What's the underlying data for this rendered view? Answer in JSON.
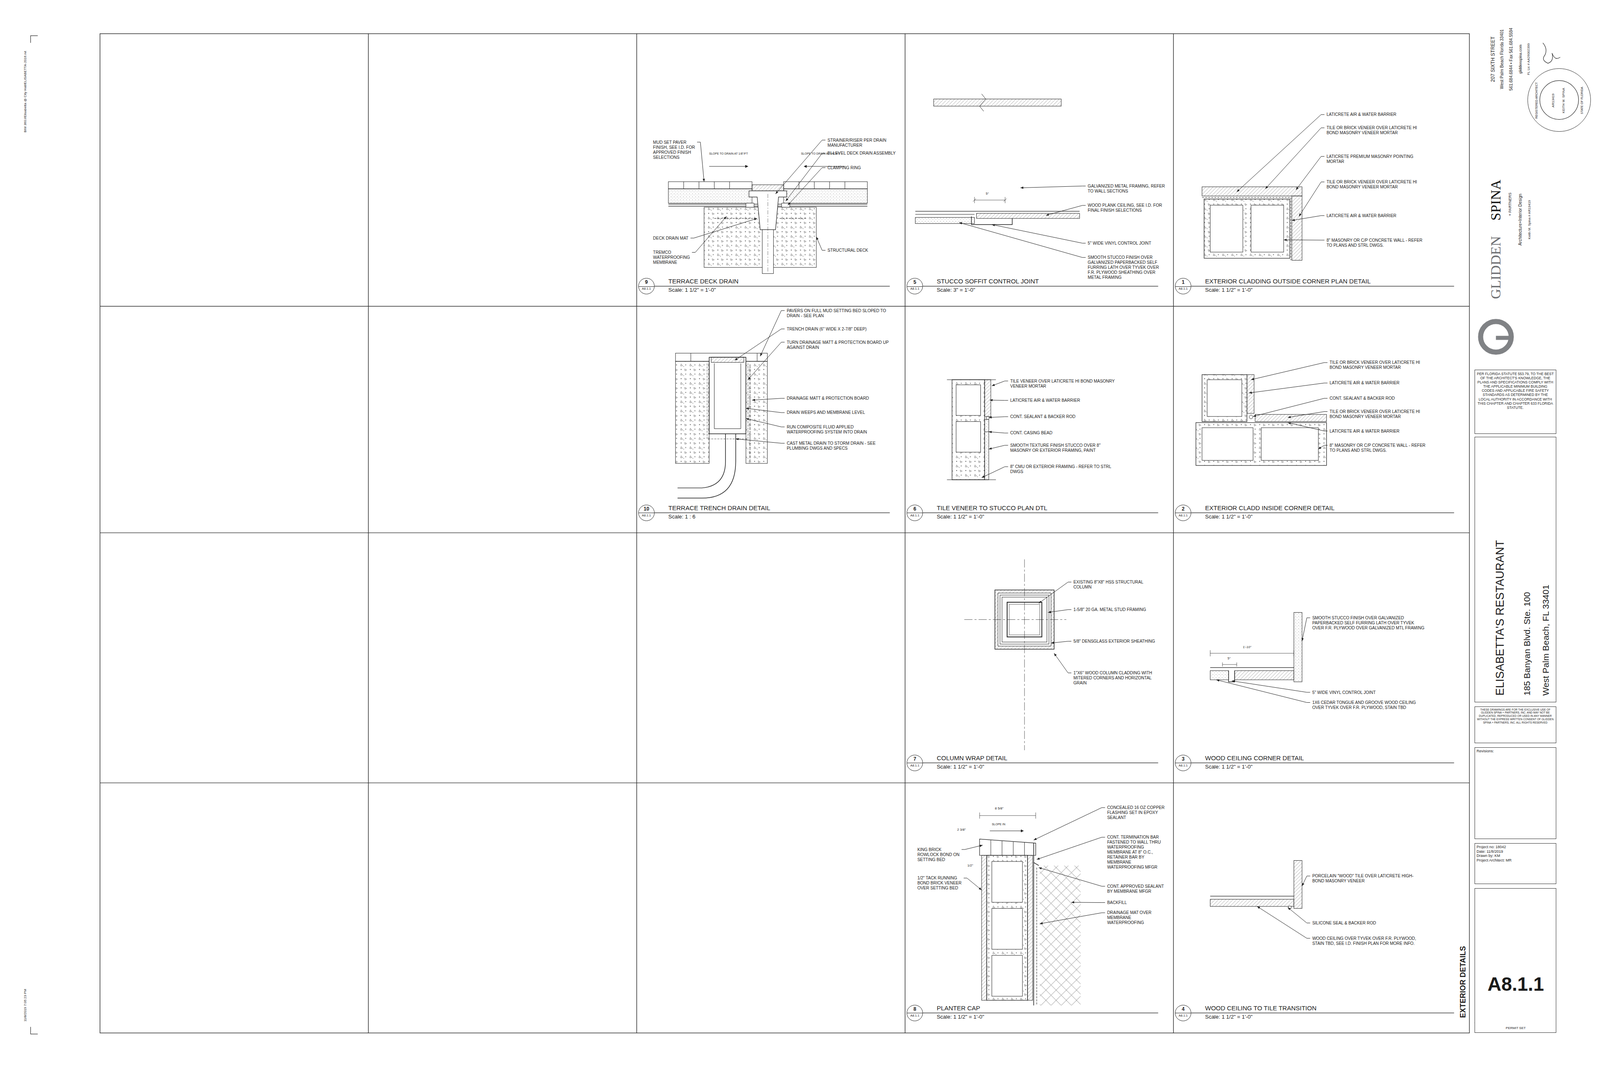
{
  "diagram": {
    "title": "EXTERIOR DETAILS",
    "nodes": [
      {
        "text": [
          "TERRACE DECK DRAIN",
          "Scale: 1 1/2\" = 1'-0\""
        ]
      },
      {
        "text": [
          "9",
          "A8.1.1"
        ],
        "in": 0
      },
      {
        "text": [
          "STUCCO SOFFIT CONTROL JOINT",
          "Scale: 3\" = 1'-0\""
        ]
      },
      {
        "text": [
          "5",
          "A8.1.1"
        ],
        "in": 2
      },
      {
        "text": [
          "EXTERIOR CLADDING OUTSIDE CORNER PLAN DETAIL",
          "Scale: 1 1/2\" = 1'-0\""
        ]
      },
      {
        "text": [
          "1",
          "A8.1.1"
        ],
        "in": 4
      },
      {
        "text": [
          "TERRACE TRENCH DRAIN DETAIL",
          "Scale: 1 : 6"
        ]
      },
      {
        "text": [
          "10",
          "A8.1.1"
        ],
        "in": 6
      },
      {
        "text": [
          "TILE VENEER TO STUCCO PLAN DTL",
          "Scale: 1 1/2\" = 1'-0\""
        ]
      },
      {
        "text": [
          "6",
          "A8.1.1"
        ],
        "in": 8
      },
      {
        "text": [
          "EXTERIOR CLADD INSIDE CORNER DETAIL",
          "Scale: 1 1/2\" = 1'-0\""
        ]
      },
      {
        "text": [
          "2",
          "A8.1.1"
        ],
        "in": 10
      },
      {
        "text": [
          "COLUMN WRAP DETAIL",
          "Scale: 1 1/2\" = 1'-0\""
        ]
      },
      {
        "text": [
          "7",
          "A8.1.1"
        ],
        "in": 12
      },
      {
        "text": [
          "WOOD CEILING CORNER DETAIL",
          "Scale: 1 1/2\" = 1'-0\""
        ]
      },
      {
        "text": [
          "3",
          "A8.1.1"
        ],
        "in": 14
      },
      {
        "text": [
          "PLANTER CAP",
          "Scale: 1 1/2\" = 1'-0\""
        ]
      },
      {
        "text": [
          "8",
          "A8.1.1"
        ],
        "in": 16
      },
      {
        "text": [
          "WOOD CEILING TO TILE TRANSITION",
          "Scale: 1 1/2\" = 1'-0\""
        ]
      },
      {
        "text": [
          "4",
          "A8.1.1"
        ],
        "in": 18
      },
      {
        "text": [
          "STATE OF FLORIDA",
          "KEITH M. SPINA",
          "AR13419",
          "REGISTERED ARCHITECT"
        ]
      },
      {
        "text": [
          "PER FLORIDA STATUTE 553.79, TO THE BEST OF THE ARCHITECT'S KNOWLEDGE, THE PLANS AND SPECIFICATIONS COMPLY WITH THE APPLICABLE MINIMUM BUILDING CODES AND APPLICABLE FIRE SAFETY STANDARDS AS DETERMINED BY THE LOCAL AUTHORITY IN ACCORDANCE WITH THIS CHAPTER AND CHAPTER 633 FLORIDA STATUTE."
        ]
      },
      {
        "text": [
          "ELISABETTA'S RESTAURANT",
          "185 Banyan Blvd. Ste. 100",
          "West Palm Beach, FL 33401"
        ]
      },
      {
        "text": [
          "THESE DRAWINGS ARE FOR THE EXCLUSIVE USE OF GLIDDEN SPINA + PARTNERS, INC. AND MAY NOT BE DUPLICATED, REPRODUCED OR USED IN ANY MANNER WITHOUT THE EXPRESS WRITTEN CONSENT OF GLIDDEN SPINA + PARTNERS, INC. ALL RIGHTS RESERVED"
        ]
      },
      {
        "text": [
          "Revisions:"
        ]
      },
      {
        "text": [
          "Project no: 18042",
          "Date: 11/8/2019",
          "Drawn by: KM",
          "Project Architect: MR"
        ]
      },
      {
        "text": [
          "A8.1.1",
          "PERMIT SET"
        ]
      }
    ],
    "labels": [
      "MUD SET PAVER FINISH, SEE I.D. FOR APPROVED FINISH SELECTIONS",
      "SLOPE TO DRAIN AT 1/8\"/FT",
      "SLOPE TO DRAIN AT 1/8\"/FT",
      "STRAINER/RISER PER DRAIN MANUFACTURER",
      "BI-LEVEL DECK DRAIN ASSEMBLY",
      "CLAMPING RING",
      "DECK DRAIN MAT",
      "TREMCO WATERPROOFING MEMBRANE",
      "STRUCTURAL DECK",
      "GALVANIZED METAL FRAMING, REFER TO WALL SECTIONS",
      "WOOD PLANK CEILING, SEE I.D. FOR FINAL FINISH SELECTIONS",
      "5\" WIDE VINYL CONTROL JOINT",
      "SMOOTH STUCCO FINISH OVER GALVANIZED PAPERBACKED SELF FURRING LATH OVER TYVEK OVER F.R. PLYWOOD SHEATHING OVER METAL FRAMING",
      "5\"",
      "LATICRETE AIR & WATER BARRIER",
      "TILE OR BRICK VENEER OVER LATICRETE HI BOND MASONRY VENEER MORTAR",
      "LATICRETE PREMIUM MASONRY POINTING MORTAR",
      "TILE OR BRICK VENEER OVER LATICRETE HI BOND MASONRY VENEER MORTAR",
      "LATICRETE AIR & WATER BARRIER",
      "8\" MASONRY OR C/P CONCRETE WALL - REFER TO PLANS AND STRL DWGS.",
      "PAVERS ON FULL MUD SETTING BED SLOPED TO DRAIN - SEE PLAN",
      "TRENCH DRAIN (6\" WIDE X 2-7/8\" DEEP)",
      "TURN DRAINAGE MATT & PROTECTION BOARD UP AGAINST DRAIN",
      "DRAINAGE MATT & PROTECTION BOARD",
      "DRAIN WEEPS AND MEMBRANE LEVEL",
      "RUN COMPOSITE FLUID APPLIED WATERPROOFING SYSTEM INTO DRAIN",
      "CAST METAL DRAIN TO STORM DRAIN - SEE PLUMBING DWGS AND SPECS",
      "TILE VENEER OVER LATICRETE HI BOND MASONRY VENEER MORTAR",
      "LATICRETE AIR & WATER BARRIER",
      "CONT. SEALANT & BACKER ROD",
      "CONT. CASING BEAD",
      "SMOOTH TEXTURE FINISH STUCCO OVER 8\" MASONRY OR EXTERIOR FRAMING, PAINT",
      "8\" CMU OR EXTERIOR FRAMING - REFER TO STRL DWGS",
      "TILE OR BRICK VENEER OVER LATICRETE HI BOND MASONRY VENEER MORTAR",
      "LATICRETE AIR & WATER BARRIER",
      "CONT. SEALANT & BACKER ROD",
      "TILE OR BRICK VENEER OVER LATICRETE HI BOND MASONRY VENEER MORTAR",
      "LATICRETE AIR & WATER BARRIER",
      "8\" MASONRY OR C/P CONCRETE WALL - REFER TO PLANS AND STRL DWGS.",
      "EXISTING 8\"X8\" HSS STRUCTURAL COLUMN",
      "1-5/8\" 20 GA. METAL STUD FRAMING",
      "5/8\" DENSGLASS EXTERIOR SHEATHING",
      "1\"X6\" WOOD COLUMN CLADDING WITH MITERED CORNERS AND HORIZONTAL GRAIN",
      "SMOOTH STUCCO FINISH OVER GALVANIZED PAPERBACKED SELF FURRING LATH OVER TYVEK OVER F.R. PLYWOOD OVER GALVANIZED MTL FRAMING",
      "1'-10\"",
      "5\"",
      "5\" WIDE VINYL CONTROL JOINT",
      "1X6 CEDAR TONGUE AND GROOVE WOOD CEILING OVER TYVEK OVER F.R. PLYWOOD, STAIN TBD",
      "8 5/8\"",
      "SLOPE IN",
      "2 3/8\"",
      "1/2\"",
      "KING BRICK ROWLOCK BOND ON SETTING BED",
      "1/2\" TACK RUNNING BOND BRICK VENEER OVER SETTING BED",
      "CONCEALED 16 OZ COPPER FLASHING SET IN EPOXY SEALANT",
      "CONT. TERMINATION BAR FASTENED TO WALL THRU WATERPROOFING MEMBRANE AT 8\" O.C., RETAINER BAR BY MEMBRANE WATERPROOFING MFGR",
      "CONT. APPROVED SEALANT BY MEMBRANE MFGR",
      "BACKFILL",
      "DRAINAGE MAT OVER MEMBRANE WATERPROOFING",
      "PORCELAIN \"WOOD\" TILE OVER LATICRETE HIGH-BOND MASONRY VENEER",
      "SILICONE SEAL & BACKER ROD",
      "WOOD CEILING OVER TYVEK OVER F.R. PLYWOOD, STAIN TBD, SEE I.D. FINISH PLAN FOR MORE INFO.",
      "207 SIXTH STREET",
      "West Palm Beach Florida 33401",
      "561.684.6844 • Fax 561.684.5594",
      "gliddenspina.com",
      "FL Lic # AA26002399",
      "GLIDDEN",
      "SPINA",
      "+ PARTNERS",
      "Architecture+Interior Design",
      "Keith M. Spina # AR13419",
      "BIM 360://Elisabetta @ City Hall/ELISABETTA-2016.rvt",
      "11/8/2019 7:05:23 PM"
    ]
  }
}
